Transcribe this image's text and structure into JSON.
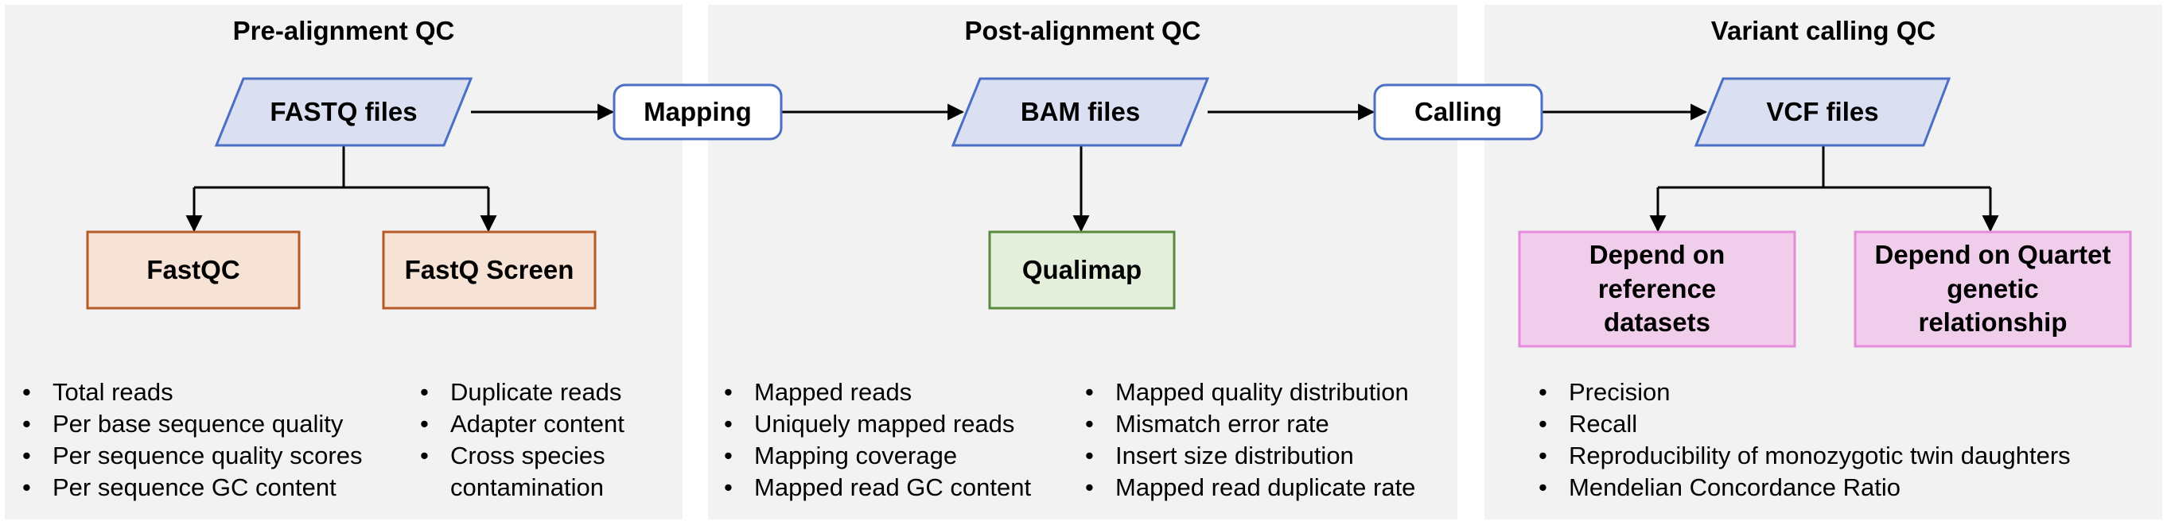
{
  "panels": [
    {
      "title": "Pre-alignment QC"
    },
    {
      "title": "Post-alignment QC"
    },
    {
      "title": "Variant calling QC"
    }
  ],
  "nodes": {
    "fastq": "FASTQ files",
    "mapping": "Mapping",
    "bam": "BAM files",
    "calling": "Calling",
    "vcf": "VCF files",
    "fastqc": "FastQC",
    "fastq_screen": "FastQ Screen",
    "qualimap": "Qualimap",
    "depend_reference": "Depend on reference datasets",
    "depend_quartet": "Depend on Quartet genetic relationship"
  },
  "lists": {
    "pre_left": [
      "Total reads",
      "Per base sequence quality",
      "Per sequence quality scores",
      "Per sequence GC content"
    ],
    "pre_right": [
      "Duplicate reads",
      "Adapter content",
      "Cross species",
      "contamination"
    ],
    "post_left": [
      "Mapped reads",
      "Uniquely mapped reads",
      "Mapping coverage",
      "Mapped read GC content"
    ],
    "post_right": [
      "Mapped quality distribution",
      "Mismatch error rate",
      "Insert size distribution",
      "Mapped read duplicate rate"
    ],
    "variant": [
      "Precision",
      "Recall",
      "Reproducibility of monozygotic twin daughters",
      "Mendelian Concordance Ratio"
    ]
  },
  "colors": {
    "panel_bg": "#f2f2f2",
    "file_fill": "#dae0f2",
    "file_stroke": "#4a6fc4",
    "process_fill": "#ffffff",
    "process_stroke": "#4a6fc4",
    "orange_fill": "#f7e2d6",
    "orange_stroke": "#b75a27",
    "green_fill": "#e4efdb",
    "green_stroke": "#5a8a3c",
    "pink_fill": "#f0cdea",
    "pink_stroke": "#e48bd9"
  }
}
